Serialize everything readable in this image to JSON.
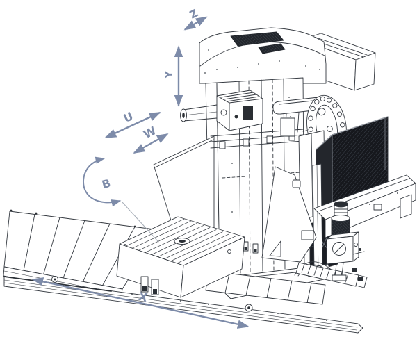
{
  "figure": {
    "description": "Isometric CAD line drawing of a CNC table-type horizontal boring and milling machine with labelled axis motion arrows",
    "background_color": "#ffffff",
    "drawing_line_color": "#33383f",
    "annotation_color": "#7d8ba9",
    "leader_line_color": "#a7aeb8",
    "mesh_panel_color": "#16181d"
  },
  "axis_annotations": {
    "z": {
      "label": "Z",
      "motion": "linear"
    },
    "y": {
      "label": "Y",
      "motion": "linear"
    },
    "u": {
      "label": "U",
      "motion": "linear"
    },
    "w": {
      "label": "W",
      "motion": "linear"
    },
    "b": {
      "label": "B",
      "motion": "rotary"
    },
    "x": {
      "label": "X",
      "motion": "linear"
    }
  }
}
